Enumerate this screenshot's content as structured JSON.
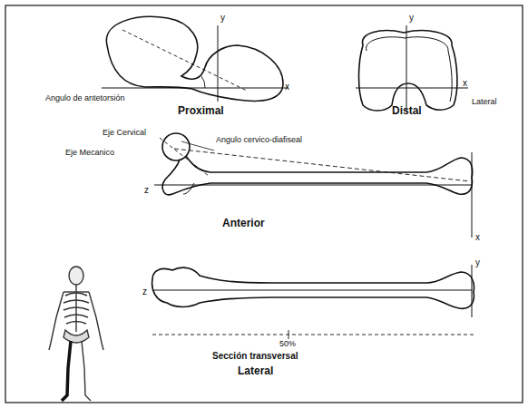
{
  "diagram": {
    "labels": [
      "y",
      "x",
      "Angulo de antetorsión",
      "Proximal",
      "y",
      "x",
      "Distal",
      "Lateral",
      "Eje Cervical",
      "Eje Mecanico",
      "Angulo cervico-diafiseal",
      "z",
      "Anterior",
      "x",
      "y",
      "z",
      "50%",
      "Sección transversal",
      "Lateral"
    ]
  }
}
